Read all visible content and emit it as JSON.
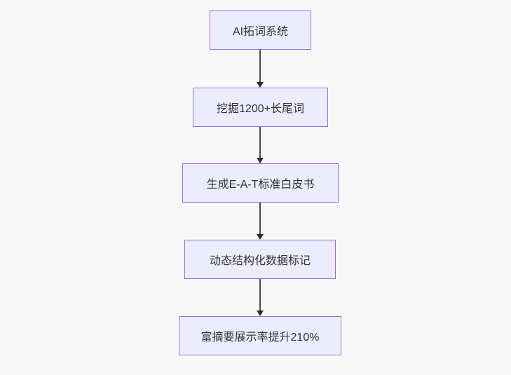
{
  "diagram": {
    "type": "flowchart",
    "direction": "top-down",
    "nodes": [
      {
        "id": "n1",
        "label": "AI拓词系统"
      },
      {
        "id": "n2",
        "label": "挖掘1200+长尾词"
      },
      {
        "id": "n3",
        "label": "生成E-A-T标准白皮书"
      },
      {
        "id": "n4",
        "label": "动态结构化数据标记"
      },
      {
        "id": "n5",
        "label": "富摘要展示率提升210%"
      }
    ],
    "edges": [
      {
        "from": "n1",
        "to": "n2"
      },
      {
        "from": "n2",
        "to": "n3"
      },
      {
        "from": "n3",
        "to": "n4"
      },
      {
        "from": "n4",
        "to": "n5"
      }
    ],
    "colors": {
      "background": "#f8f8f8",
      "node_fill": "#ececff",
      "node_border": "#9370db",
      "node_text": "#333333",
      "arrow_line": "#4d4d4d",
      "arrow_head": "#2b2b2b"
    }
  }
}
